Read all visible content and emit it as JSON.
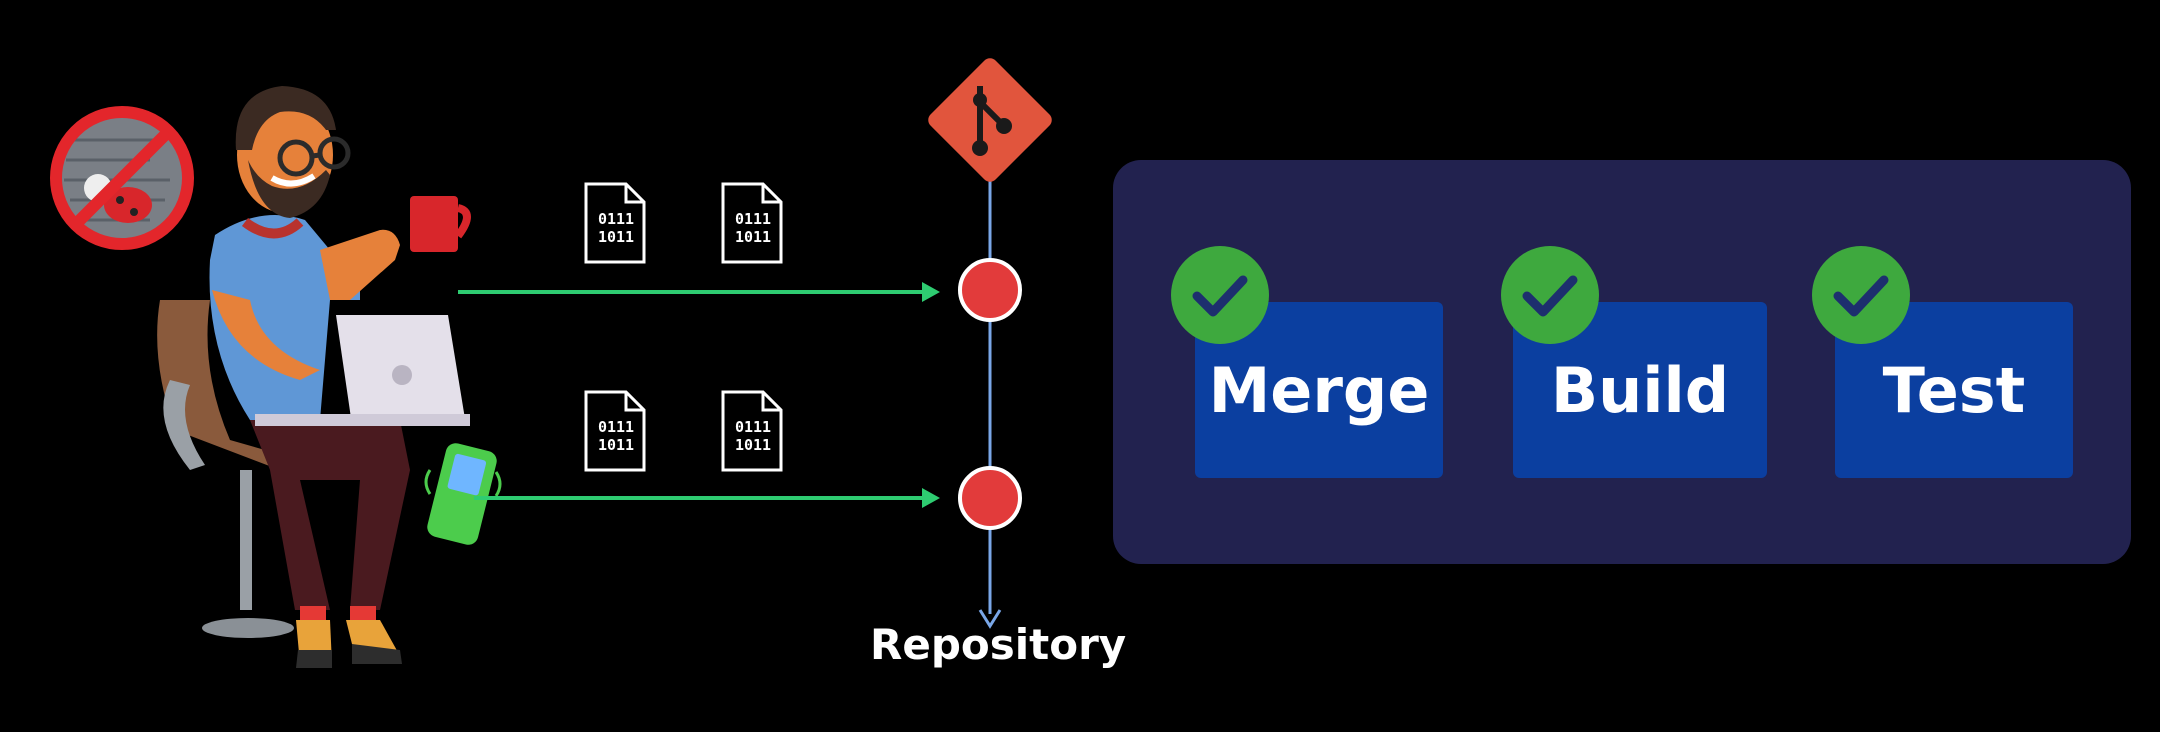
{
  "diagram": {
    "repository_label": "Repository",
    "stages": [
      {
        "label": "Merge",
        "status": "passed"
      },
      {
        "label": "Build",
        "status": "passed"
      },
      {
        "label": "Test",
        "status": "passed"
      }
    ],
    "file_bits": "0111\n1011",
    "icons": {
      "repo": "git-logo-icon",
      "status": "check-icon",
      "no_bugs": "no-bugs-icon",
      "developer": "developer-illustration",
      "phone": "phone-icon",
      "file": "binary-file-icon"
    },
    "colors": {
      "background": "#000000",
      "pipeline_panel": "#22224f",
      "stage": "#0b3fa0",
      "check": "#3ea93e",
      "arrow": "#2ecc71",
      "commit_node": "#e23b3b",
      "git": "#e1553d",
      "timeline": "#7aa7e8"
    }
  }
}
